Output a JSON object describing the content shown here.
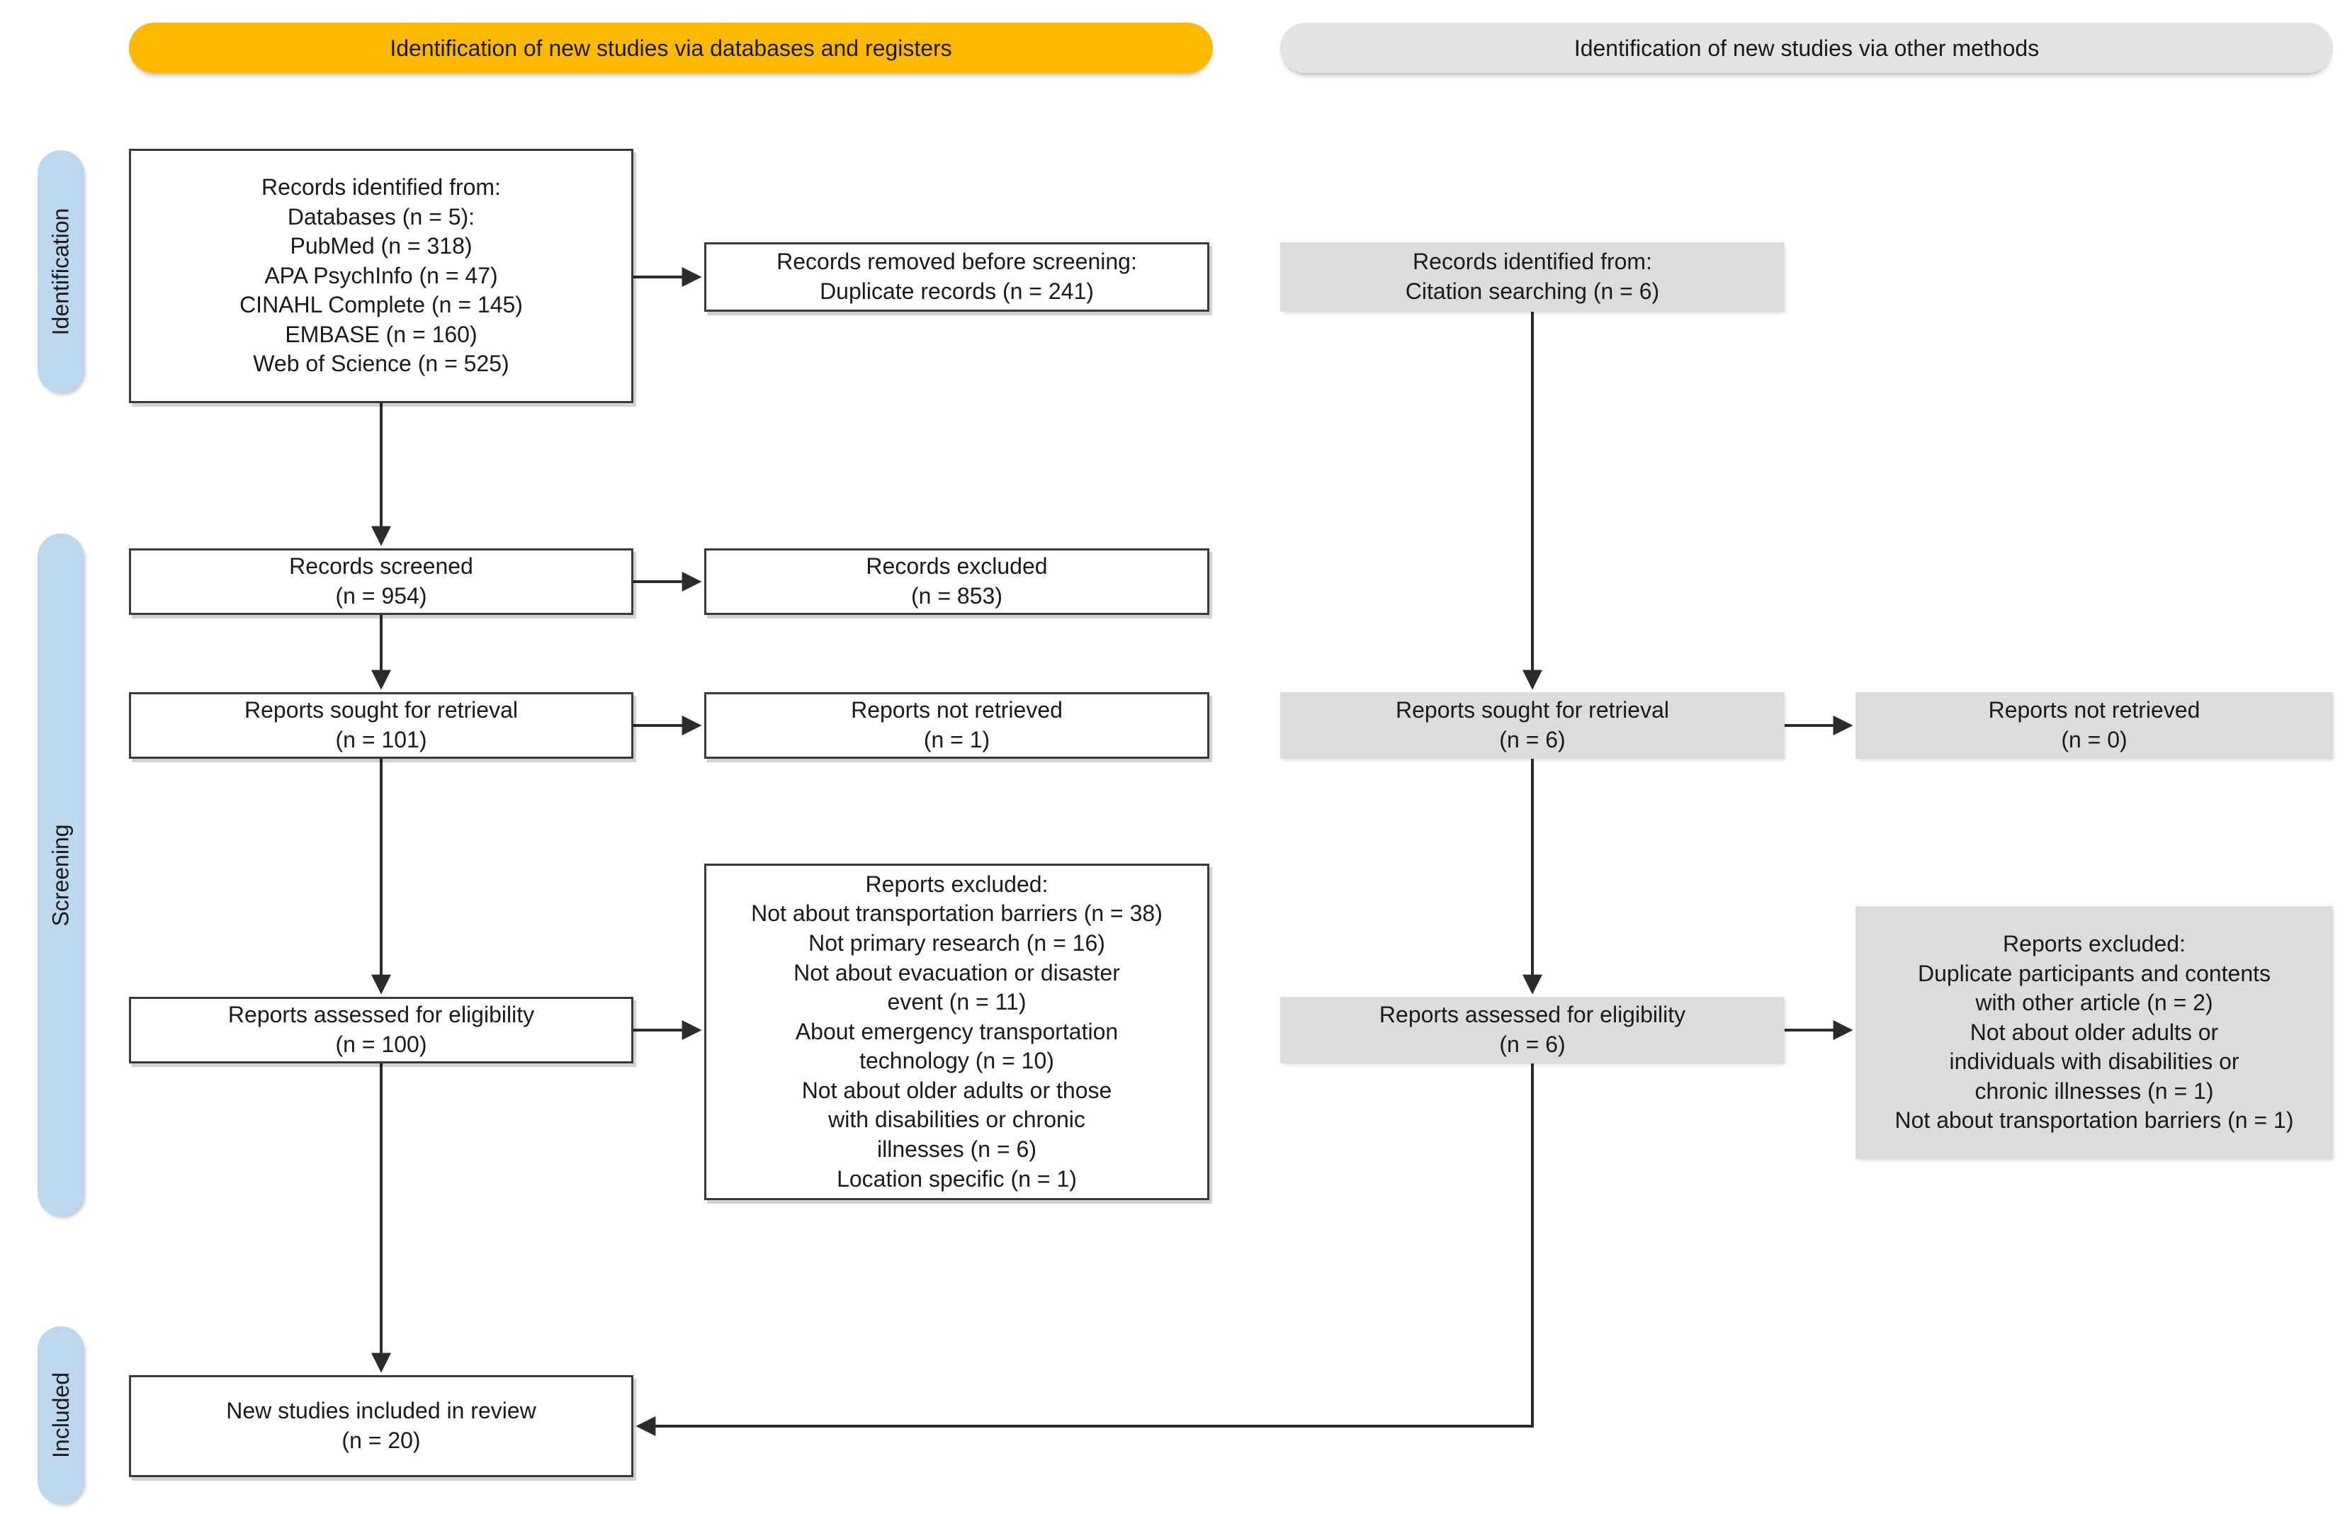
{
  "banners": {
    "databases": {
      "label": "Identification of new studies via databases and registers"
    },
    "other": {
      "label": "Identification of new studies via other methods"
    }
  },
  "stages": {
    "identification": {
      "label": "Identification"
    },
    "screening": {
      "label": "Screening"
    },
    "included": {
      "label": "Included"
    }
  },
  "nodes": {
    "records_identified": {
      "text": "Records identified from:\nDatabases (n = 5):\nPubMed (n = 318)\nAPA PsychInfo (n = 47)\nCINAHL Complete (n = 145)\nEMBASE (n = 160)\nWeb of Science (n = 525)"
    },
    "records_removed": {
      "text": "Records removed before screening:\nDuplicate records (n = 241)"
    },
    "citation_identified": {
      "text": "Records identified from:\nCitation searching (n = 6)"
    },
    "records_screened": {
      "text": "Records screened\n(n = 954)"
    },
    "records_excluded": {
      "text": "Records excluded\n(n = 853)"
    },
    "reports_sought_left": {
      "text": "Reports sought for retrieval\n(n = 101)"
    },
    "reports_not_retrieved_left": {
      "text": "Reports not retrieved\n(n = 1)"
    },
    "reports_sought_right": {
      "text": "Reports sought for retrieval\n(n = 6)"
    },
    "reports_not_retrieved_right": {
      "text": "Reports not retrieved\n(n = 0)"
    },
    "reports_excluded_left": {
      "text": "Reports excluded:\nNot about transportation barriers (n = 38)\nNot primary research (n = 16)\nNot about evacuation or disaster\nevent (n = 11)\nAbout emergency transportation\ntechnology (n = 10)\nNot about older adults or those\nwith disabilities or chronic\nillnesses (n = 6)\nLocation specific (n = 1)"
    },
    "reports_assessed_left": {
      "text": "Reports assessed for eligibility\n(n = 100)"
    },
    "reports_assessed_right": {
      "text": "Reports assessed for eligibility\n(n = 6)"
    },
    "reports_excluded_right": {
      "text": "Reports excluded:\nDuplicate participants and contents\nwith other article (n = 2)\nNot about older adults or\nindividuals with disabilities or\nchronic illnesses (n = 1)\nNot about transportation barriers (n = 1)"
    },
    "included_box": {
      "text": "New studies included in review\n(n = 20)"
    }
  },
  "colors": {
    "banner_databases_bg": "#FCB900",
    "banner_other_bg": "#E3E3E3",
    "stage_pill_bg": "#BDD7EE",
    "gray_node_bg": "#DCDCDC",
    "node_border": "#3A3A3A",
    "arrow": "#2B2B2B"
  }
}
